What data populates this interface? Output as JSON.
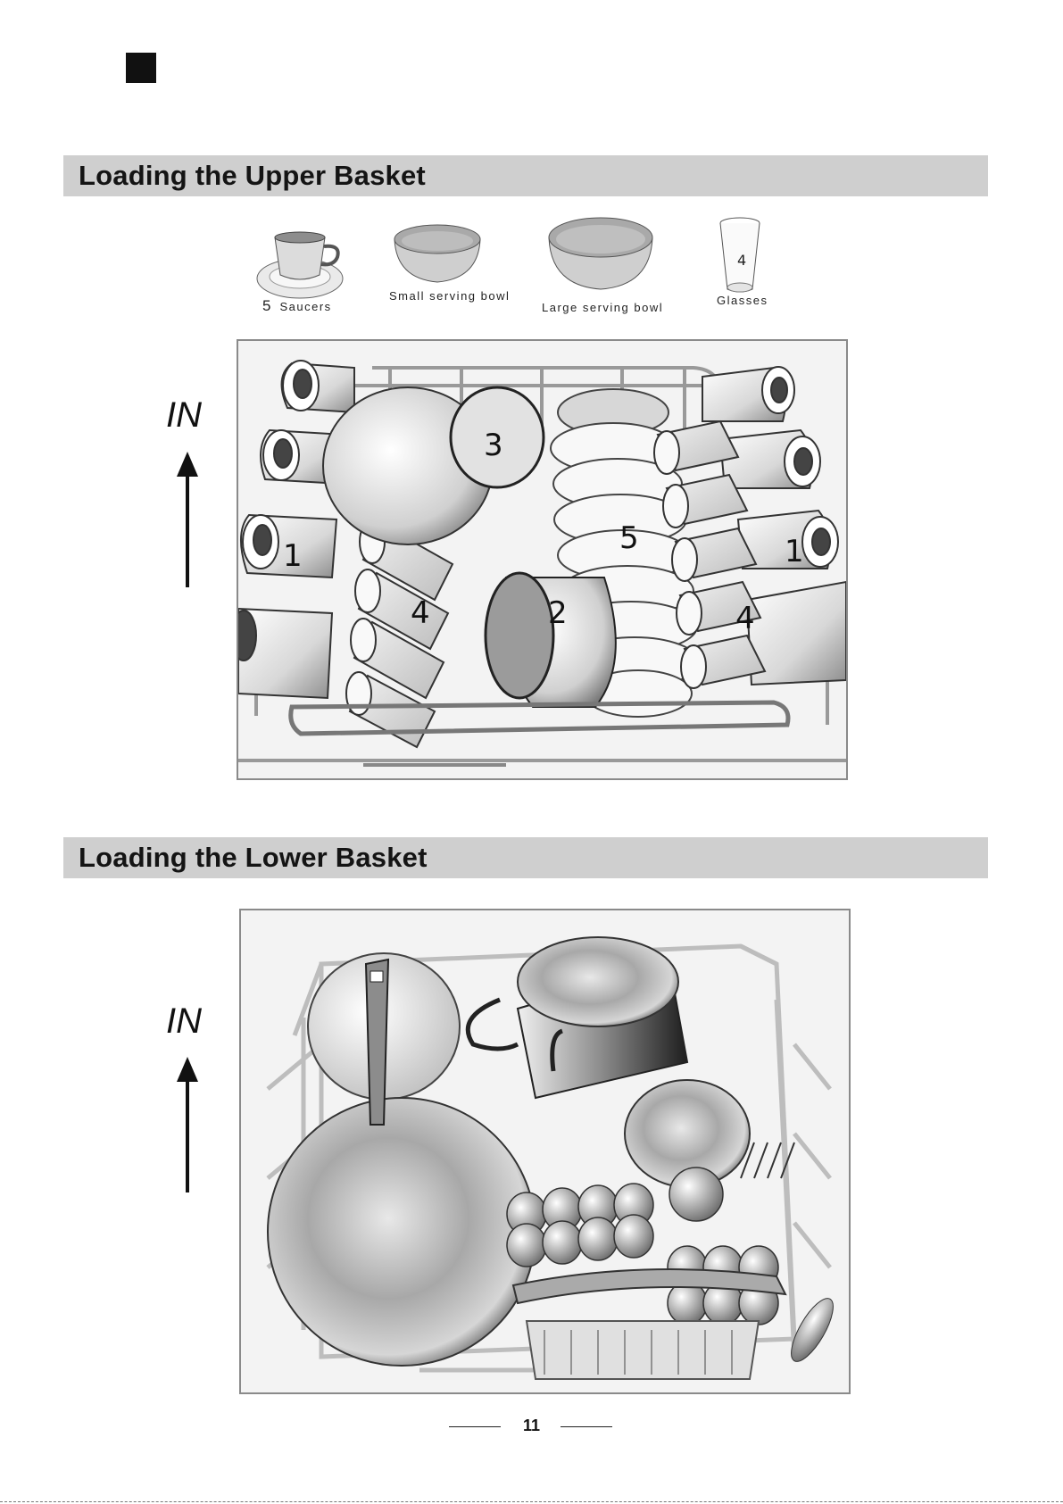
{
  "upper": {
    "title": "Loading the Upper Basket",
    "legend": {
      "saucers_num": "5",
      "saucers": "Saucers",
      "small_bowl": "Small serving bowl",
      "large_bowl": "Large serving bowl",
      "glass_num": "4",
      "glasses": "Glasses"
    },
    "direction": "IN",
    "callouts": {
      "cups_left": "1",
      "cups_right": "1",
      "glasses_left": "4",
      "glasses_right": "4",
      "small_bowl": "2",
      "large_bowl": "3",
      "saucers": "5"
    }
  },
  "lower": {
    "title": "Loading the Lower Basket",
    "direction": "IN"
  },
  "page": {
    "number": "11"
  }
}
